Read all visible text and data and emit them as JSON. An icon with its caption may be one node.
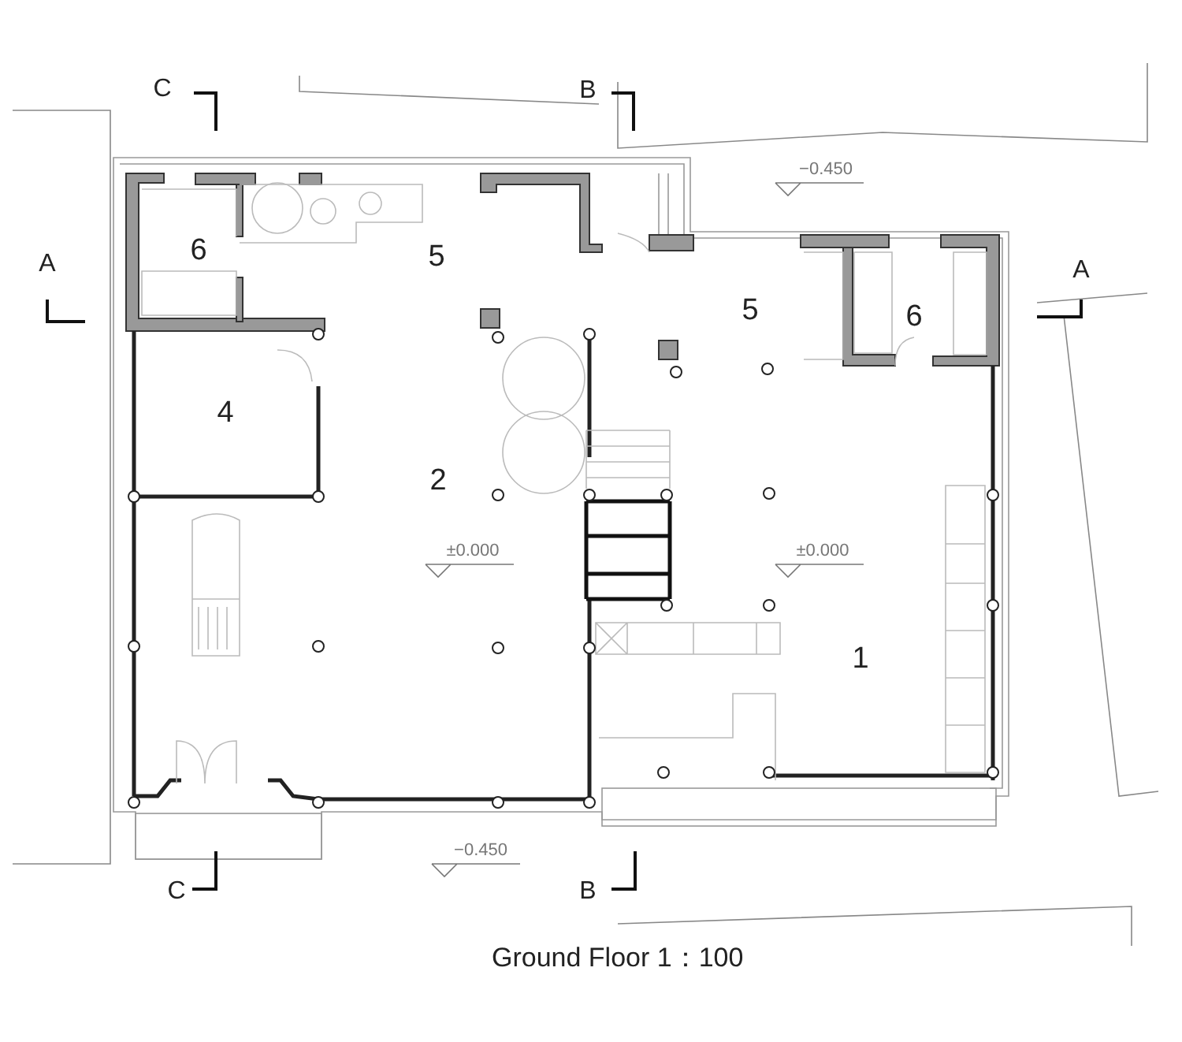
{
  "diagram": {
    "caption": "Ground Floor 1：100",
    "labels": [
      "C",
      "B",
      "−0.450",
      "A",
      "6",
      "5",
      "A",
      "5",
      "6",
      "4",
      "2",
      "±0.000",
      "±0.000",
      "1",
      "−0.450",
      "C",
      "B"
    ]
  }
}
